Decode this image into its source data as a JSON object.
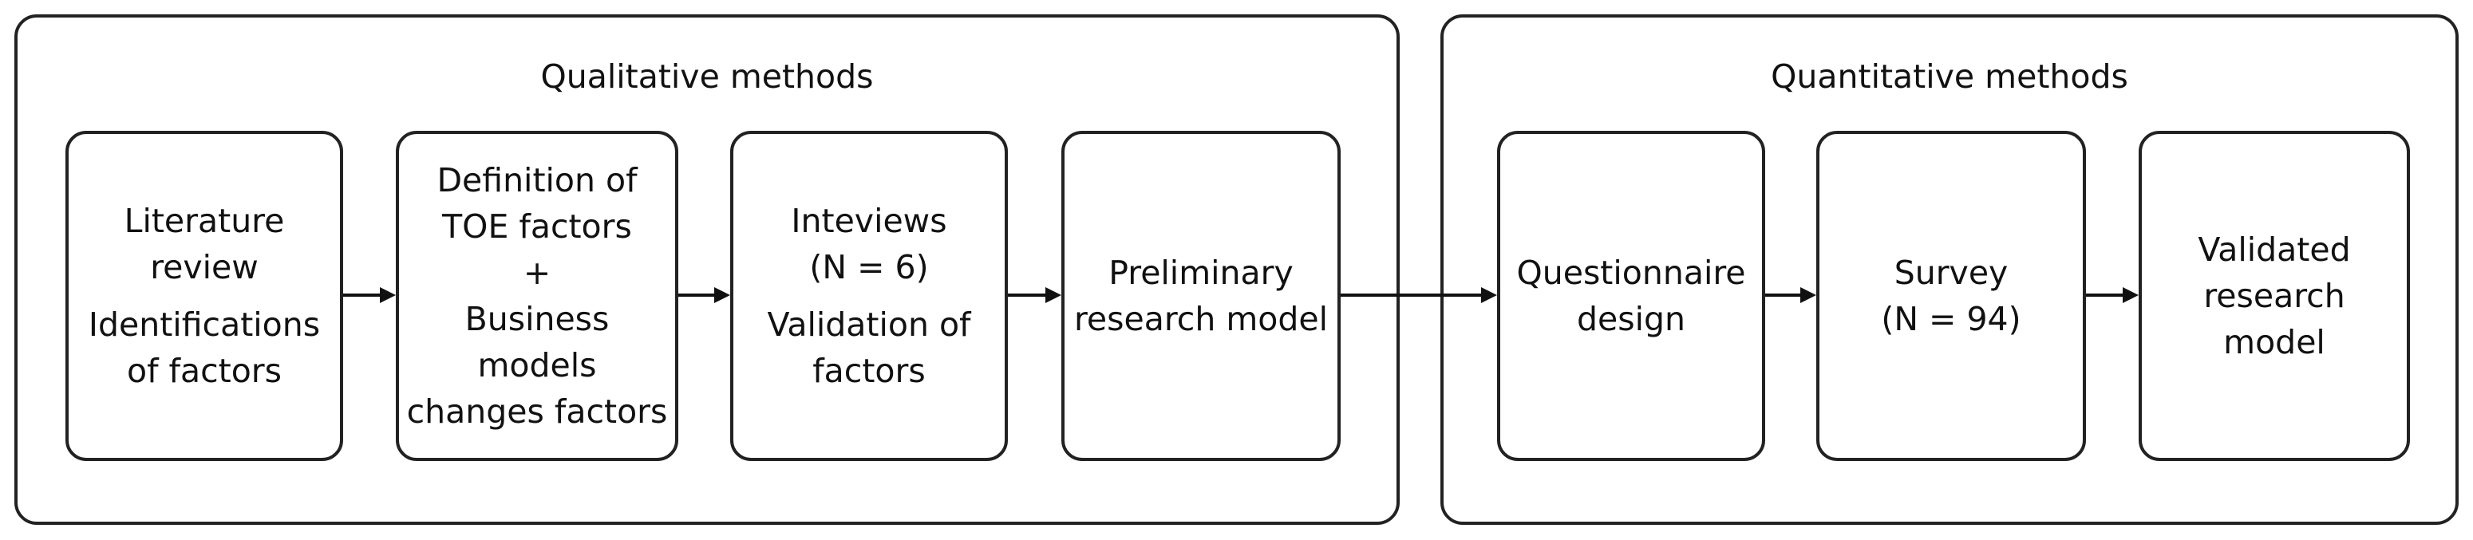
{
  "groups": {
    "qualitative": {
      "title": "Qualitative methods"
    },
    "quantitative": {
      "title": "Quantitative methods"
    }
  },
  "boxes": {
    "literature": {
      "lines": [
        "Literature",
        "review"
      ],
      "lines2": [
        "Identifications",
        "of factors"
      ]
    },
    "definition": {
      "lines": [
        "Definition of",
        "TOE factors",
        "+",
        "Business",
        "models",
        "changes factors"
      ]
    },
    "interviews": {
      "lines": [
        "Inteviews",
        "(N = 6)"
      ],
      "lines2": [
        "Validation of",
        "factors"
      ]
    },
    "preliminary": {
      "lines": [
        "Preliminary",
        "research model"
      ]
    },
    "questionnaire": {
      "lines": [
        "Questionnaire",
        "design"
      ]
    },
    "survey": {
      "lines": [
        "Survey",
        "(N = 94)"
      ]
    },
    "validated": {
      "lines": [
        "Validated",
        "research",
        "model"
      ]
    }
  }
}
